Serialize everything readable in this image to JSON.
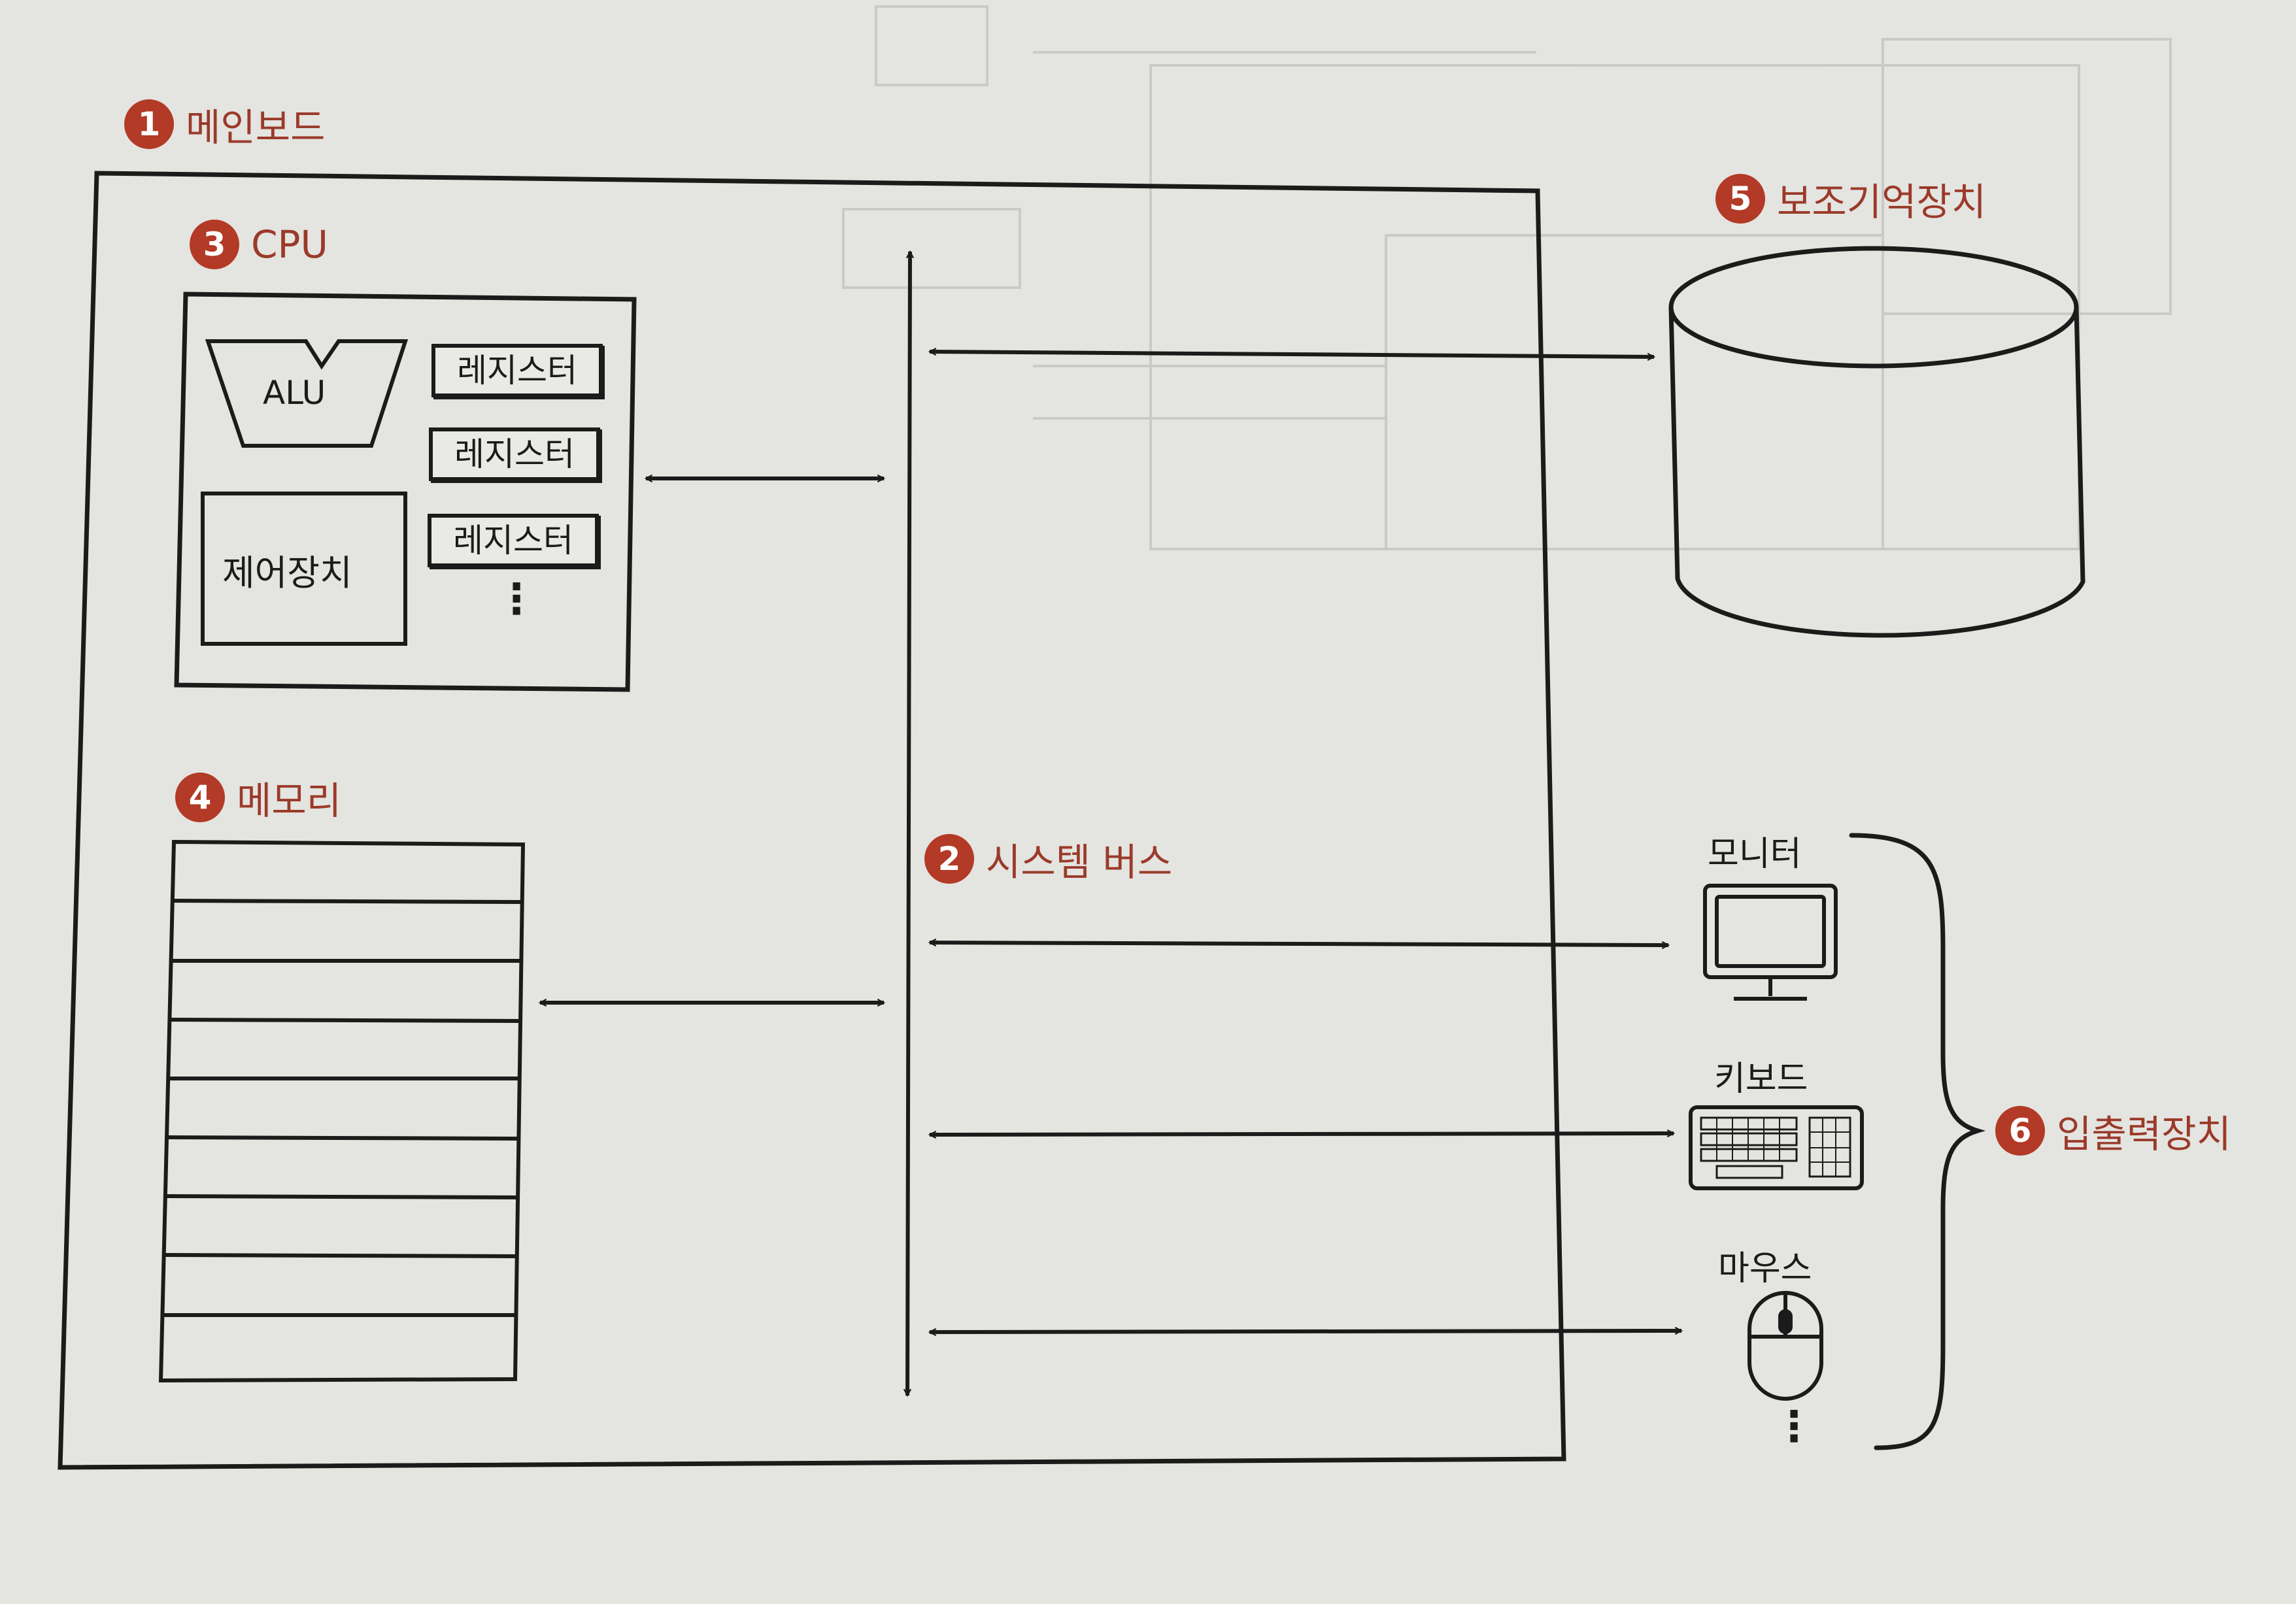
{
  "labels": {
    "mainboard": {
      "num": "1",
      "text": "메인보드"
    },
    "system_bus": {
      "num": "2",
      "text": "시스템 버스"
    },
    "cpu": {
      "num": "3",
      "text": "CPU"
    },
    "memory": {
      "num": "4",
      "text": "메모리"
    },
    "storage": {
      "num": "5",
      "text": "보조기억장치"
    },
    "io": {
      "num": "6",
      "text": "입출력장치"
    }
  },
  "cpu": {
    "alu": "ALU",
    "control_unit": "제어장치",
    "registers": [
      "레지스터",
      "레지스터",
      "레지스터"
    ],
    "more": "⋮"
  },
  "io_devices": {
    "monitor": "모니터",
    "keyboard": "키보드",
    "mouse": "마우스",
    "more": "⋮"
  },
  "colors": {
    "accent": "#b23a26",
    "ink": "#1b1b1b",
    "paper": "#e4e4e0"
  }
}
